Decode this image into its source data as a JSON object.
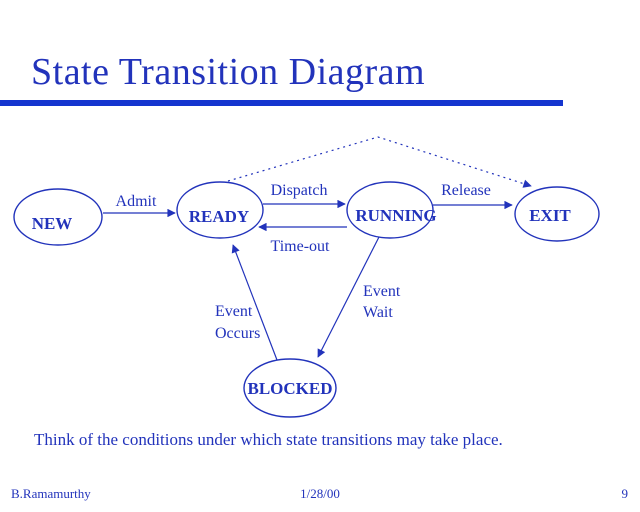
{
  "slide": {
    "title": "State Transition Diagram",
    "note": "Think of the conditions under which state transitions may take place.",
    "footer": {
      "author": "B.Ramamurthy",
      "date": "1/28/00",
      "page": "9"
    }
  },
  "diagram": {
    "states": {
      "new": "NEW",
      "ready": "READY",
      "running": "RUNNING",
      "exit": "EXIT",
      "blocked": "BLOCKED"
    },
    "transitions": {
      "admit": "Admit",
      "dispatch": "Dispatch",
      "timeout": "Time-out",
      "release": "Release",
      "event_occurs_line1": "Event",
      "event_occurs_line2": "Occurs",
      "event_wait_line1": "Event",
      "event_wait_line2": "Wait"
    }
  },
  "colors": {
    "text_blue": "#2233bb",
    "rule_blue": "#1535cf"
  }
}
